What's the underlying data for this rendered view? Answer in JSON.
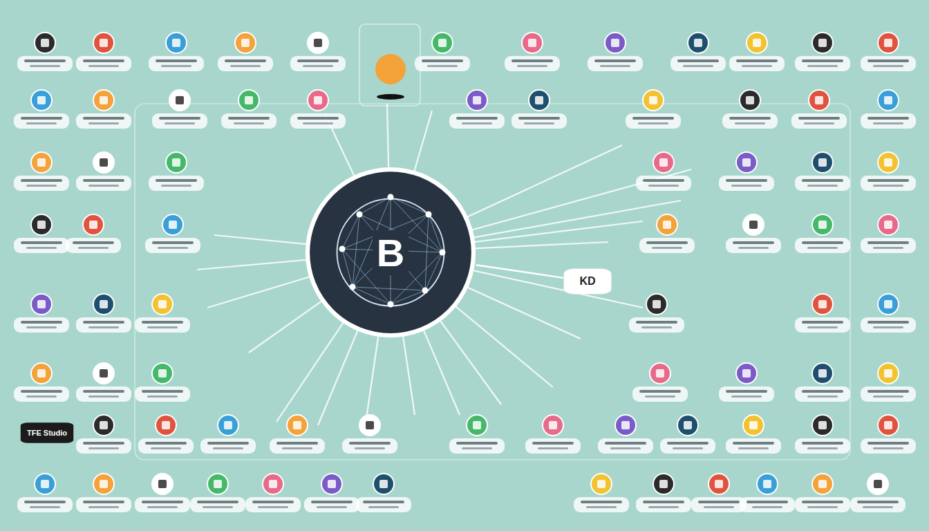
{
  "diagram": {
    "nodes": [
      {
        "text": [
          "B"
        ]
      },
      {
        "text": [
          "KD"
        ]
      },
      {
        "text": [
          "TFE Studio"
        ]
      }
    ],
    "edges": [
      {
        "from": 0,
        "to": 1,
        "arrow": "none"
      }
    ]
  }
}
